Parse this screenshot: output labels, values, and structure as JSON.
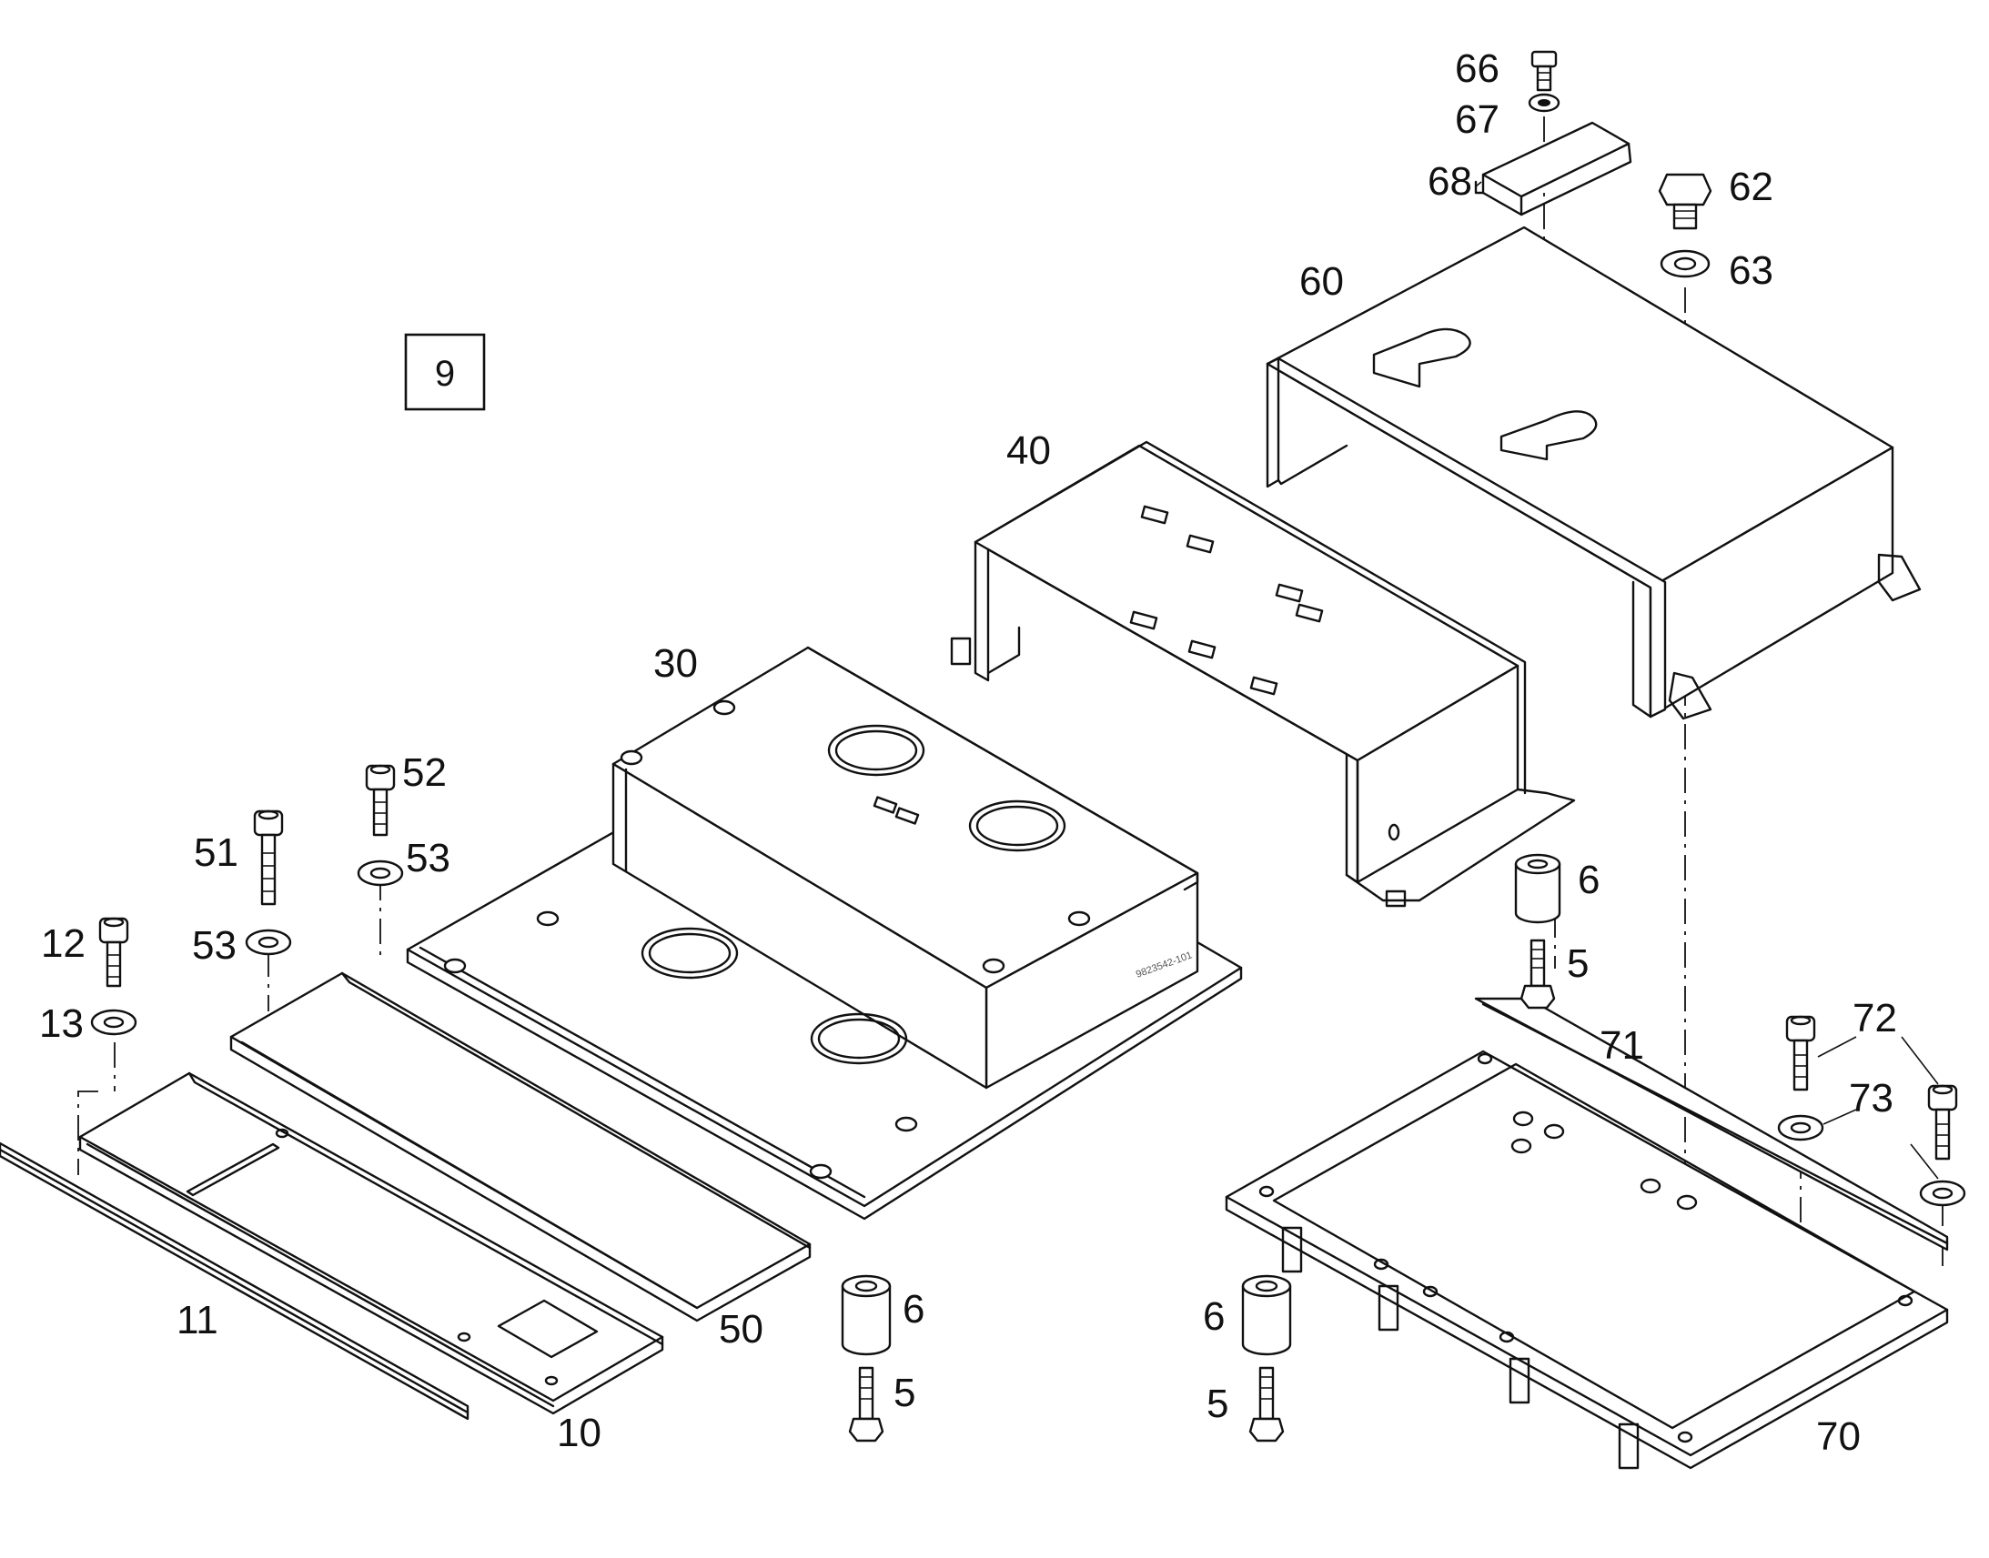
{
  "figure_number": "9",
  "drawing_stamp": "9823542-101",
  "part_labels": {
    "p5a": "5",
    "p6a": "6",
    "p5b": "5",
    "p6b": "6",
    "p5c": "5",
    "p6c": "6",
    "p10": "10",
    "p11": "11",
    "p12": "12",
    "p13": "13",
    "p30": "30",
    "p40": "40",
    "p50": "50",
    "p51": "51",
    "p52": "52",
    "p53a": "53",
    "p53b": "53",
    "p60": "60",
    "p62": "62",
    "p63": "63",
    "p66": "66",
    "p67": "67",
    "p68": "68",
    "p70": "70",
    "p71": "71",
    "p72": "72",
    "p73": "73"
  }
}
